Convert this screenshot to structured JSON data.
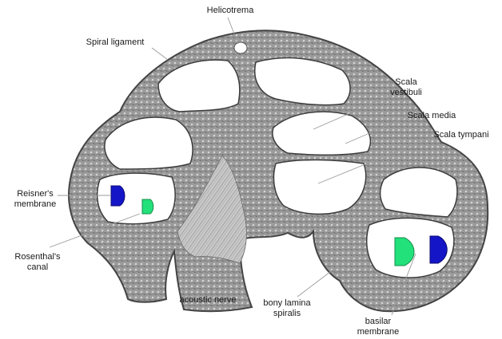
{
  "labels": {
    "helicotrema": "Helicotrema",
    "spiral_ligament": "Spiral ligament",
    "scala_vestibuli": [
      "Scala",
      "vestibuli"
    ],
    "scala_media": "Scala media",
    "scala_tympani": "Scala tympani",
    "reisners_membrane": [
      "Reisner's",
      "membrane"
    ],
    "rosenthals_canal": [
      "Rosenthal's",
      "canal"
    ],
    "acoustic_nerve": "acoustic nerve",
    "bony_lamina_spiralis": [
      "bony lamina",
      "spiralis"
    ],
    "basilar_membrane": [
      "basilar",
      "membrane"
    ]
  },
  "colors": {
    "bone": "#8f8f8f",
    "bone_dark": "#5a5a5a",
    "lumen": "#ffffff",
    "marker_blue": "#1515c8",
    "marker_green": "#22e07a",
    "leader_line": "#9a9a9a"
  }
}
